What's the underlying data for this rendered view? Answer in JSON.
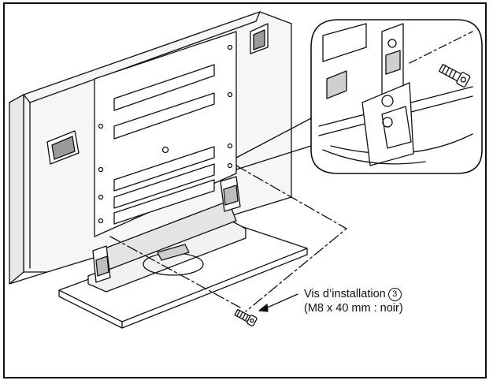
{
  "callout": {
    "line1": "Vis d’installation",
    "index": "3",
    "line2": "(M8 x 40 mm : noir)"
  },
  "colors": {
    "line": "#111111",
    "background": "#ffffff",
    "shade": "#cfcfcf"
  },
  "icons": [
    "screw-icon",
    "circled-number-icon"
  ]
}
